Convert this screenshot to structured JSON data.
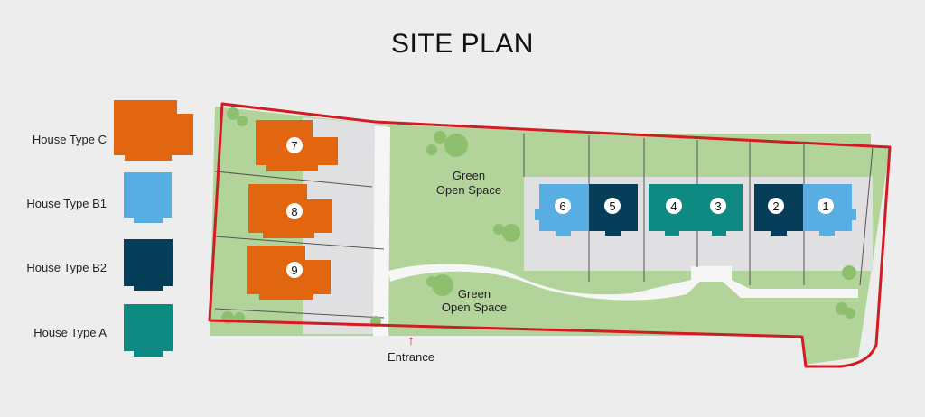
{
  "title": "SITE PLAN",
  "legend": [
    {
      "label": "House Type C",
      "color": "#e2650f"
    },
    {
      "label": "House Type B1",
      "color": "#58ade3"
    },
    {
      "label": "House Type B2",
      "color": "#063d58"
    },
    {
      "label": "House Type A",
      "color": "#0f8a82"
    }
  ],
  "plots": [
    {
      "number": "1",
      "type": "House Type B1"
    },
    {
      "number": "2",
      "type": "House Type B2"
    },
    {
      "number": "3",
      "type": "House Type A"
    },
    {
      "number": "4",
      "type": "House Type A"
    },
    {
      "number": "5",
      "type": "House Type B2"
    },
    {
      "number": "6",
      "type": "House Type B1"
    },
    {
      "number": "7",
      "type": "House Type C"
    },
    {
      "number": "8",
      "type": "House Type C"
    },
    {
      "number": "9",
      "type": "House Type C"
    }
  ],
  "green_spaces": [
    {
      "line1": "Green",
      "line2": "Open Space"
    },
    {
      "line1": "Green",
      "line2": "Open Space"
    }
  ],
  "entrance": {
    "label": "Entrance",
    "arrow": "↑"
  },
  "colors": {
    "boundary": "#d01c22",
    "grass": "#b2d49a",
    "tree": "#8ebf6e",
    "plot_ground": "#e0e0e3",
    "road": "#f6f6f6"
  }
}
